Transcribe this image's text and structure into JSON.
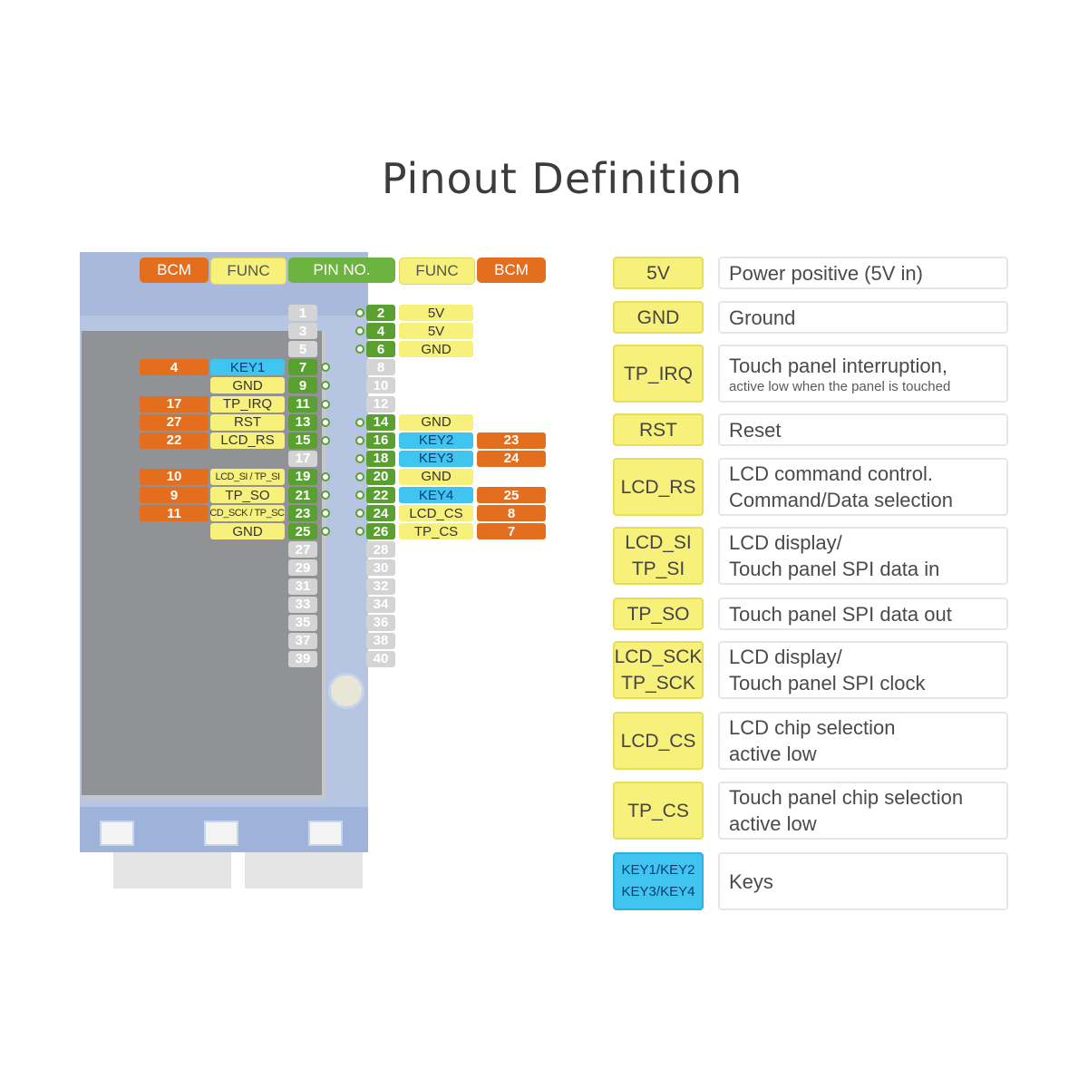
{
  "title": "Pinout Definition",
  "headers": {
    "bcm_left": "BCM",
    "func_left": "FUNC",
    "pin_no": "PIN NO.",
    "func_right": "FUNC",
    "bcm_right": "BCM"
  },
  "pins": {
    "left": [
      {
        "n": "1",
        "on": false
      },
      {
        "n": "3",
        "on": false
      },
      {
        "n": "5",
        "on": false
      },
      {
        "n": "7",
        "on": true,
        "func": "KEY1",
        "color": "blue",
        "bcm": "4"
      },
      {
        "n": "9",
        "on": true,
        "func": "GND",
        "color": "yellow"
      },
      {
        "n": "11",
        "on": true,
        "func": "TP_IRQ",
        "color": "yellow",
        "bcm": "17"
      },
      {
        "n": "13",
        "on": true,
        "func": "RST",
        "color": "yellow",
        "bcm": "27"
      },
      {
        "n": "15",
        "on": true,
        "func": "LCD_RS",
        "color": "yellow",
        "bcm": "22"
      },
      {
        "n": "17",
        "on": false
      },
      {
        "n": "19",
        "on": true,
        "func": "LCD_SI / TP_SI",
        "color": "yellow",
        "small": true,
        "bcm": "10"
      },
      {
        "n": "21",
        "on": true,
        "func": "TP_SO",
        "color": "yellow",
        "bcm": "9"
      },
      {
        "n": "23",
        "on": true,
        "func": "LCD_SCK / TP_SCK",
        "color": "yellow",
        "small": true,
        "bcm": "11"
      },
      {
        "n": "25",
        "on": true,
        "func": "GND",
        "color": "yellow"
      },
      {
        "n": "27",
        "on": false
      },
      {
        "n": "29",
        "on": false
      },
      {
        "n": "31",
        "on": false
      },
      {
        "n": "33",
        "on": false
      },
      {
        "n": "35",
        "on": false
      },
      {
        "n": "37",
        "on": false
      },
      {
        "n": "39",
        "on": false
      }
    ],
    "right": [
      {
        "n": "2",
        "on": true,
        "func": "5V",
        "color": "yellow"
      },
      {
        "n": "4",
        "on": true,
        "func": "5V",
        "color": "yellow"
      },
      {
        "n": "6",
        "on": true,
        "func": "GND",
        "color": "yellow"
      },
      {
        "n": "8",
        "on": false
      },
      {
        "n": "10",
        "on": false
      },
      {
        "n": "12",
        "on": false
      },
      {
        "n": "14",
        "on": true,
        "func": "GND",
        "color": "yellow"
      },
      {
        "n": "16",
        "on": true,
        "func": "KEY2",
        "color": "blue",
        "bcm": "23"
      },
      {
        "n": "18",
        "on": true,
        "func": "KEY3",
        "color": "blue",
        "bcm": "24"
      },
      {
        "n": "20",
        "on": true,
        "func": "GND",
        "color": "yellow"
      },
      {
        "n": "22",
        "on": true,
        "func": "KEY4",
        "color": "blue",
        "bcm": "25"
      },
      {
        "n": "24",
        "on": true,
        "func": "LCD_CS",
        "color": "yellow",
        "bcm": "8"
      },
      {
        "n": "26",
        "on": true,
        "func": "TP_CS",
        "color": "yellow",
        "bcm": "7"
      },
      {
        "n": "28",
        "on": false
      },
      {
        "n": "30",
        "on": false
      },
      {
        "n": "32",
        "on": false
      },
      {
        "n": "34",
        "on": false
      },
      {
        "n": "36",
        "on": false
      },
      {
        "n": "38",
        "on": false
      },
      {
        "n": "40",
        "on": false
      }
    ]
  },
  "legend": [
    {
      "tag": [
        "5V"
      ],
      "desc": [
        "Power positive (5V in)"
      ]
    },
    {
      "tag": [
        "GND"
      ],
      "desc": [
        "Ground"
      ]
    },
    {
      "tag": [
        "TP_IRQ"
      ],
      "desc": [
        "Touch panel interruption,"
      ],
      "sub": "active low when the panel is touched"
    },
    {
      "tag": [
        "RST"
      ],
      "desc": [
        "Reset"
      ]
    },
    {
      "tag": [
        "LCD_RS"
      ],
      "desc": [
        "LCD command control.",
        "Command/Data selection"
      ]
    },
    {
      "tag": [
        "LCD_SI",
        "TP_SI"
      ],
      "desc": [
        "LCD display/",
        "Touch panel SPI data in"
      ]
    },
    {
      "tag": [
        "TP_SO"
      ],
      "desc": [
        "Touch panel SPI data out"
      ]
    },
    {
      "tag": [
        "LCD_SCK",
        "TP_SCK"
      ],
      "desc": [
        "LCD display/",
        "Touch panel SPI clock"
      ]
    },
    {
      "tag": [
        "LCD_CS"
      ],
      "desc": [
        "LCD chip selection",
        "active low"
      ]
    },
    {
      "tag": [
        "TP_CS"
      ],
      "desc": [
        "Touch panel chip selection",
        "active low"
      ]
    },
    {
      "tag": [
        "KEY1/KEY2",
        "KEY3/KEY4"
      ],
      "desc": [
        "Keys"
      ],
      "color": "blue"
    }
  ],
  "colors": {
    "bcm": "#e36e1d",
    "func": "#f7f07a",
    "key": "#3fc5f0",
    "pin": "#5aa031"
  }
}
